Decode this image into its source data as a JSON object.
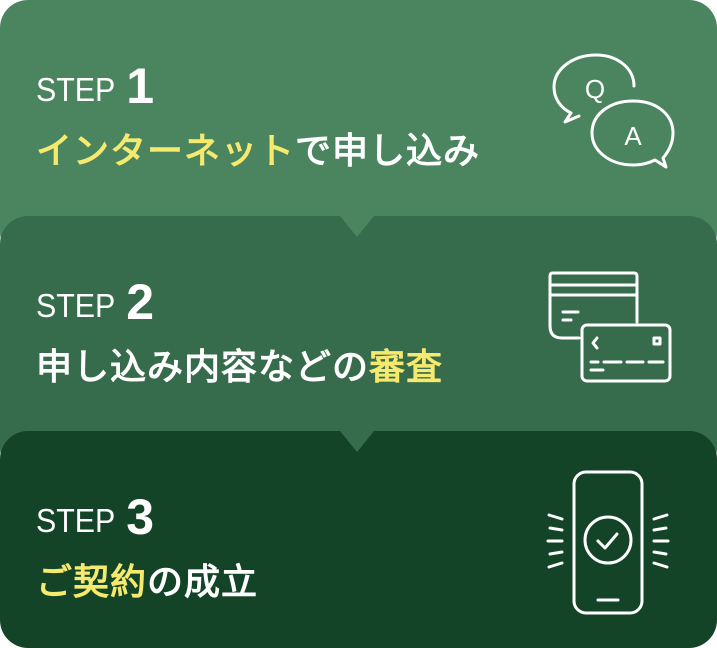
{
  "colors": {
    "step1_bg": "#4a8560",
    "step2_bg": "#366c4c",
    "step3_bg": "#144428",
    "highlight": "#f6ea6e",
    "text": "#ffffff"
  },
  "steps": [
    {
      "label": "STEP",
      "number": "1",
      "title_highlight": "インターネット",
      "title_rest": "で申し込み",
      "icon": "qa-speech-bubbles-icon",
      "icon_q": "Q",
      "icon_a": "A"
    },
    {
      "label": "STEP",
      "number": "2",
      "title_rest": "申し込み内容などの",
      "title_highlight": "審査",
      "icon": "credit-cards-icon"
    },
    {
      "label": "STEP",
      "number": "3",
      "title_highlight": "ご契約",
      "title_rest": "の成立",
      "icon": "smartphone-check-icon"
    }
  ]
}
